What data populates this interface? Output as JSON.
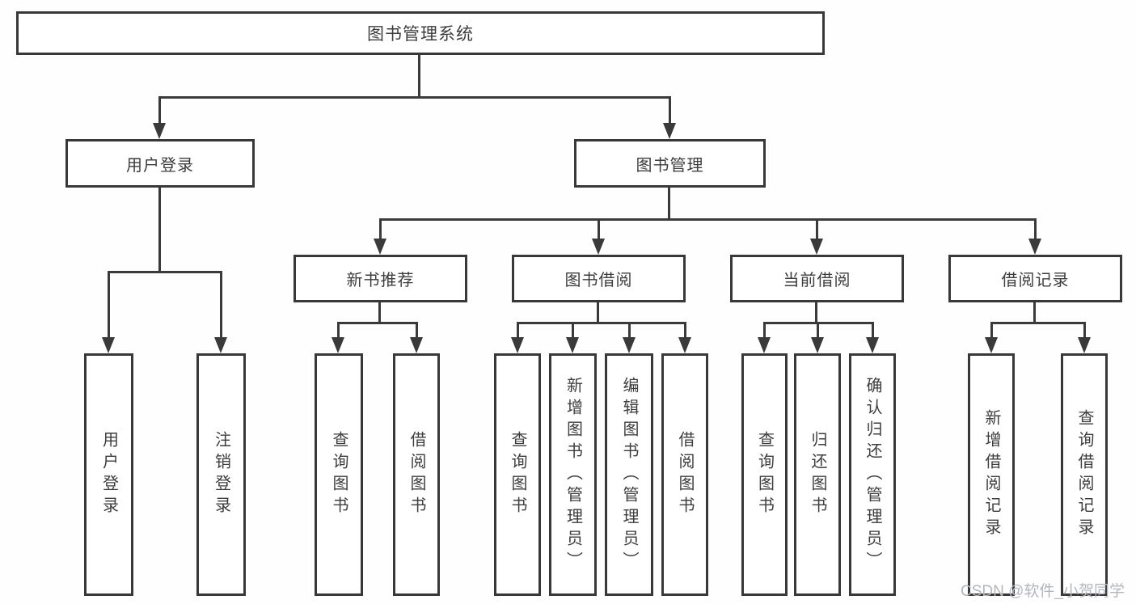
{
  "diagram": {
    "root": {
      "label": "图书管理系统"
    },
    "branches": [
      {
        "label": "用户登录",
        "leaves": [
          {
            "label": "用户登录"
          },
          {
            "label": "注销登录"
          }
        ]
      },
      {
        "label": "图书管理",
        "groups": [
          {
            "label": "新书推荐",
            "leaves": [
              {
                "label": "查询图书"
              },
              {
                "label": "借阅图书"
              }
            ]
          },
          {
            "label": "图书借阅",
            "leaves": [
              {
                "label": "查询图书"
              },
              {
                "label": "新增图书（管理员）"
              },
              {
                "label": "编辑图书（管理员）"
              },
              {
                "label": "借阅图书"
              }
            ]
          },
          {
            "label": "当前借阅",
            "leaves": [
              {
                "label": "查询图书"
              },
              {
                "label": "归还图书"
              },
              {
                "label": "确认归还（管理员）"
              }
            ]
          },
          {
            "label": "借阅记录",
            "leaves": [
              {
                "label": "新增借阅记录"
              },
              {
                "label": "查询借阅记录"
              }
            ]
          }
        ]
      }
    ]
  },
  "watermark": {
    "text": "CSDN @软件_小贺同学"
  },
  "colors": {
    "line": "#3a3a3a",
    "border": "#383838",
    "text": "#3d3d3d",
    "watermark": "#b2b7bd",
    "background": "#ffffff"
  }
}
